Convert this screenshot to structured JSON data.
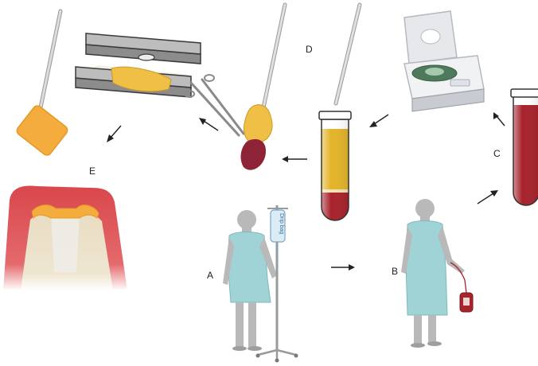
{
  "labels": {
    "a": "A",
    "b": "B",
    "c": "C",
    "d": "D",
    "e": "E"
  },
  "iv_bag_text": "Drip bag",
  "colors": {
    "gown": "#9fd3d6",
    "skin": "#b9b9b9",
    "blood": "#a8232c",
    "plasma_yellow": "#e3b42a",
    "fibrin": "#f0c046",
    "membrane": "#f4ad3c",
    "gum": "#d9474c",
    "bone": "#e8dcc0",
    "instrument": "#d6d6d6",
    "centrifuge": "#e9ebee"
  }
}
